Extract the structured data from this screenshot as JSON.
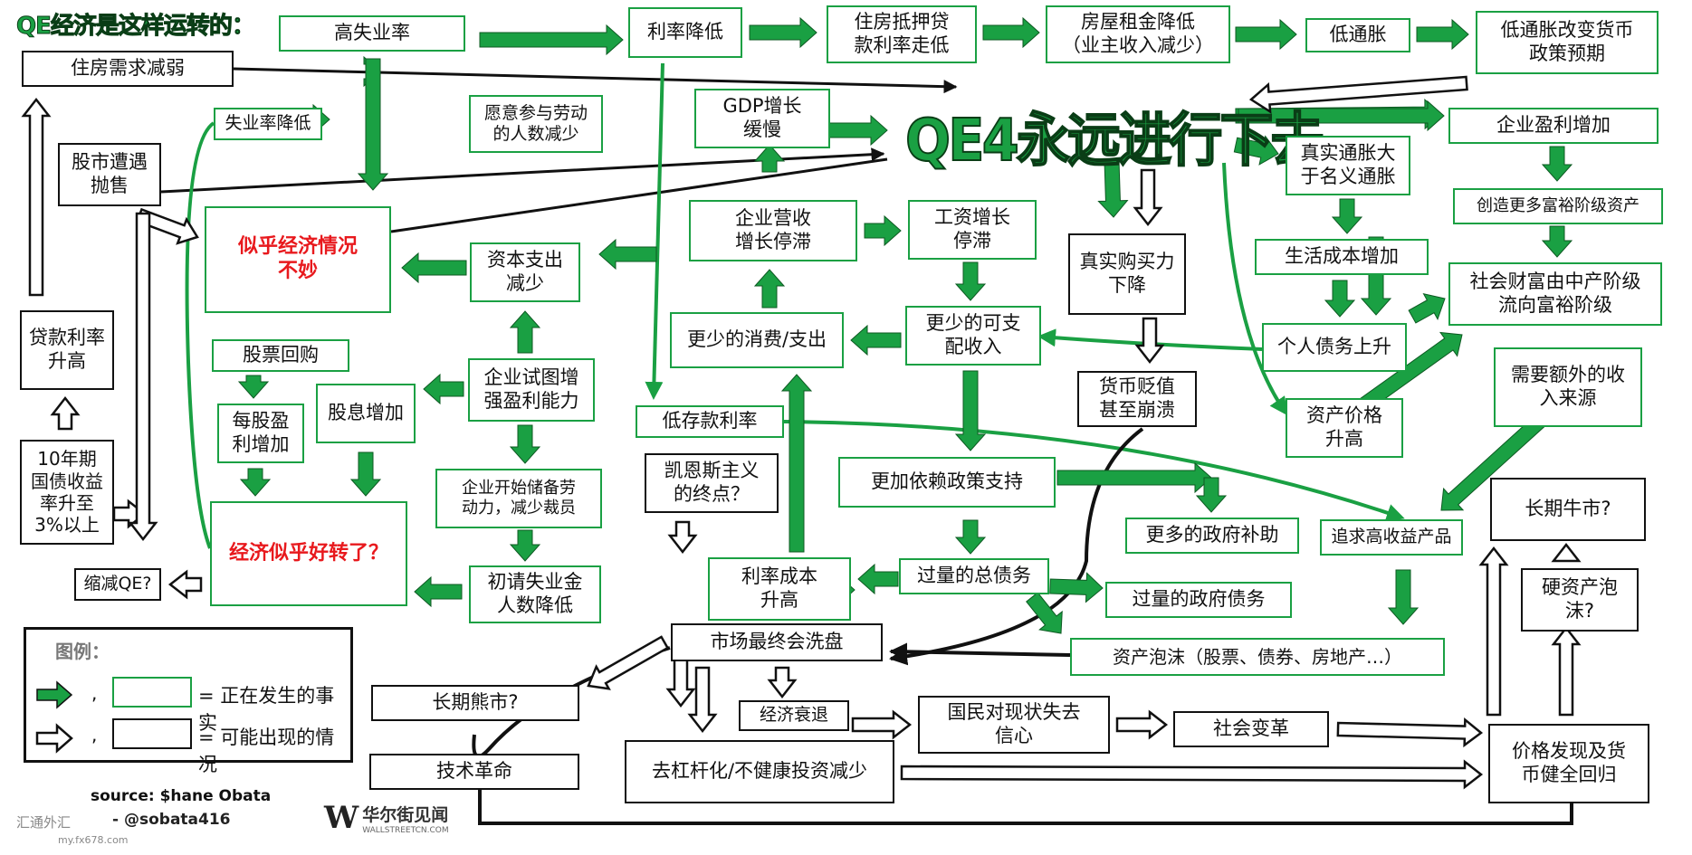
{
  "title": "QE经济是这样运转的：",
  "center": "QE4永远进行下去",
  "nodes": {
    "high_unemp": "高失业率",
    "rate_cut": "利率降低",
    "mortgage": "住房抵押贷\n款利率走低",
    "rent": "房屋租金降低\n（业主收入减少）",
    "low_infl": "低通胀",
    "policy_exp": "低通胀改变货币\n政策预期",
    "housing_weak": "住房需求减弱",
    "unemp_down": "失业率降低",
    "labor_less": "愿意参与劳动\n的人数减少",
    "gdp_slow": "GDP增长\n缓慢",
    "profit_up": "企业盈利增加",
    "real_infl": "真实通胀大\n于名义通胀",
    "rich_assets": "创造更多富裕阶级资产",
    "stock_sell": "股市遭遇\n抛售",
    "bad_econ": "似乎经济情况\n不妙",
    "capex": "资本支出\n减少",
    "rev_stall": "企业营收\n增长停滞",
    "wage_stall": "工资增长\n停滞",
    "real_power": "真实购买力\n下降",
    "cost_up": "生活成本增加",
    "wealth_flow": "社会财富由中产阶级\n流向富裕阶级",
    "loan_rate": "贷款利率\n升高",
    "buyback": "股票回购",
    "less_consume": "更少的消费/支出",
    "less_income": "更少的可支\n配收入",
    "debt_up": "个人债务上升",
    "eps_up": "每股盈\n利增加",
    "div_up": "股息增加",
    "boost_profit": "企业试图增\n强盈利能力",
    "low_deposit": "低存款利率",
    "currency": "货币贬值\n甚至崩溃",
    "asset_price": "资产价格\n升高",
    "extra_income": "需要额外的收\n入来源",
    "bond_yield": "10年期\n国债收益\n率升至\n3%以上",
    "keynes": "凯恩斯主义\n的终点？",
    "policy_dep": "更加依赖政策支持",
    "hoard_labor": "企业开始储备劳\n动力，减少裁员",
    "better_econ": "经济似乎好转了？",
    "jobless_claims": "初请失业金\n人数降低",
    "rate_cost": "利率成本\n升高",
    "total_debt": "过量的总债务",
    "gov_subsidy": "更多的政府补助",
    "gov_debt": "过量的政府债务",
    "high_yield": "追求高收益产品",
    "bull": "长期牛市?",
    "taper": "缩减QE?",
    "washout": "市场最终会洗盘",
    "bubble": "资产泡沫（股票、债券、房地产…）",
    "hard_bubble": "硬资产泡\n沫?",
    "bear": "长期熊市?",
    "recession": "经济衰退",
    "lose_faith": "国民对现状失去\n信心",
    "social": "社会变革",
    "price_disc": "价格发现及货\n币健全回归",
    "tech": "技术革命",
    "delever": "去杠杆化/不健康投资减少"
  },
  "legend": {
    "title": "图例：",
    "fact": "= 正在发生的事实",
    "possible": "= 可能出现的情况",
    "comma": ","
  },
  "source": "source: $hane Obata",
  "handle": "- @sobata416",
  "brand": "华尔街见闻",
  "brand_sub": "WALLSTREETCN.COM",
  "wm1": "汇通外汇",
  "wm2": "my.fx678.com",
  "colors": {
    "fact": "#1aa043",
    "red": "#e8191d",
    "line": "#111111"
  }
}
